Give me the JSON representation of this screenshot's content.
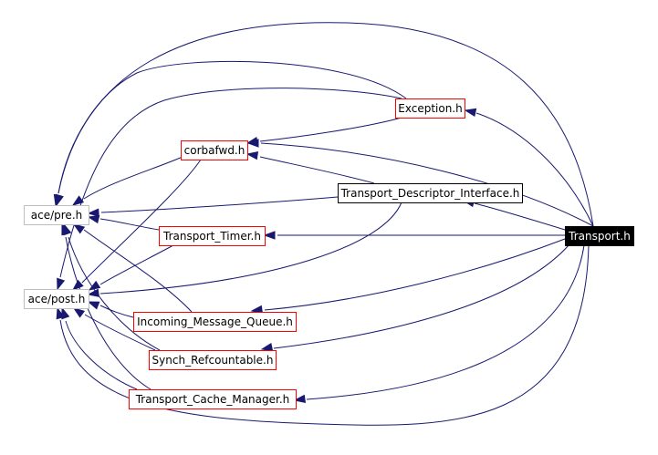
{
  "diagram": {
    "style": {
      "edge_color": "#191970",
      "node_border_red": "#ff0000",
      "node_border_gray": "#bfbfbf",
      "node_border_black": "#000000",
      "root_fill": "#000000",
      "root_text": "#ffffff"
    },
    "nodes": [
      {
        "id": "exception",
        "label": "Exception.h",
        "style": "red"
      },
      {
        "id": "corbafwd",
        "label": "corbafwd.h",
        "style": "red"
      },
      {
        "id": "tdi",
        "label": "Transport_Descriptor_Interface.h",
        "style": "black"
      },
      {
        "id": "pre",
        "label": "ace/pre.h",
        "style": "gray"
      },
      {
        "id": "timer",
        "label": "Transport_Timer.h",
        "style": "red"
      },
      {
        "id": "transport",
        "label": "Transport.h",
        "style": "root"
      },
      {
        "id": "post",
        "label": "ace/post.h",
        "style": "gray"
      },
      {
        "id": "imq",
        "label": "Incoming_Message_Queue.h",
        "style": "red"
      },
      {
        "id": "synch",
        "label": "Synch_Refcountable.h",
        "style": "red"
      },
      {
        "id": "tcm",
        "label": "Transport_Cache_Manager.h",
        "style": "red"
      }
    ],
    "edges": [
      {
        "from": "transport",
        "to": "exception"
      },
      {
        "from": "transport",
        "to": "corbafwd"
      },
      {
        "from": "transport",
        "to": "tdi"
      },
      {
        "from": "transport",
        "to": "timer"
      },
      {
        "from": "transport",
        "to": "imq"
      },
      {
        "from": "transport",
        "to": "synch"
      },
      {
        "from": "transport",
        "to": "tcm"
      },
      {
        "from": "transport",
        "to": "pre"
      },
      {
        "from": "transport",
        "to": "post"
      },
      {
        "from": "exception",
        "to": "corbafwd"
      },
      {
        "from": "exception",
        "to": "pre"
      },
      {
        "from": "exception",
        "to": "post"
      },
      {
        "from": "corbafwd",
        "to": "pre"
      },
      {
        "from": "corbafwd",
        "to": "post"
      },
      {
        "from": "tdi",
        "to": "corbafwd"
      },
      {
        "from": "tdi",
        "to": "pre"
      },
      {
        "from": "tdi",
        "to": "post"
      },
      {
        "from": "timer",
        "to": "pre"
      },
      {
        "from": "timer",
        "to": "post"
      },
      {
        "from": "imq",
        "to": "pre"
      },
      {
        "from": "imq",
        "to": "post"
      },
      {
        "from": "synch",
        "to": "pre"
      },
      {
        "from": "synch",
        "to": "post"
      },
      {
        "from": "tcm",
        "to": "pre"
      },
      {
        "from": "tcm",
        "to": "post"
      }
    ]
  }
}
